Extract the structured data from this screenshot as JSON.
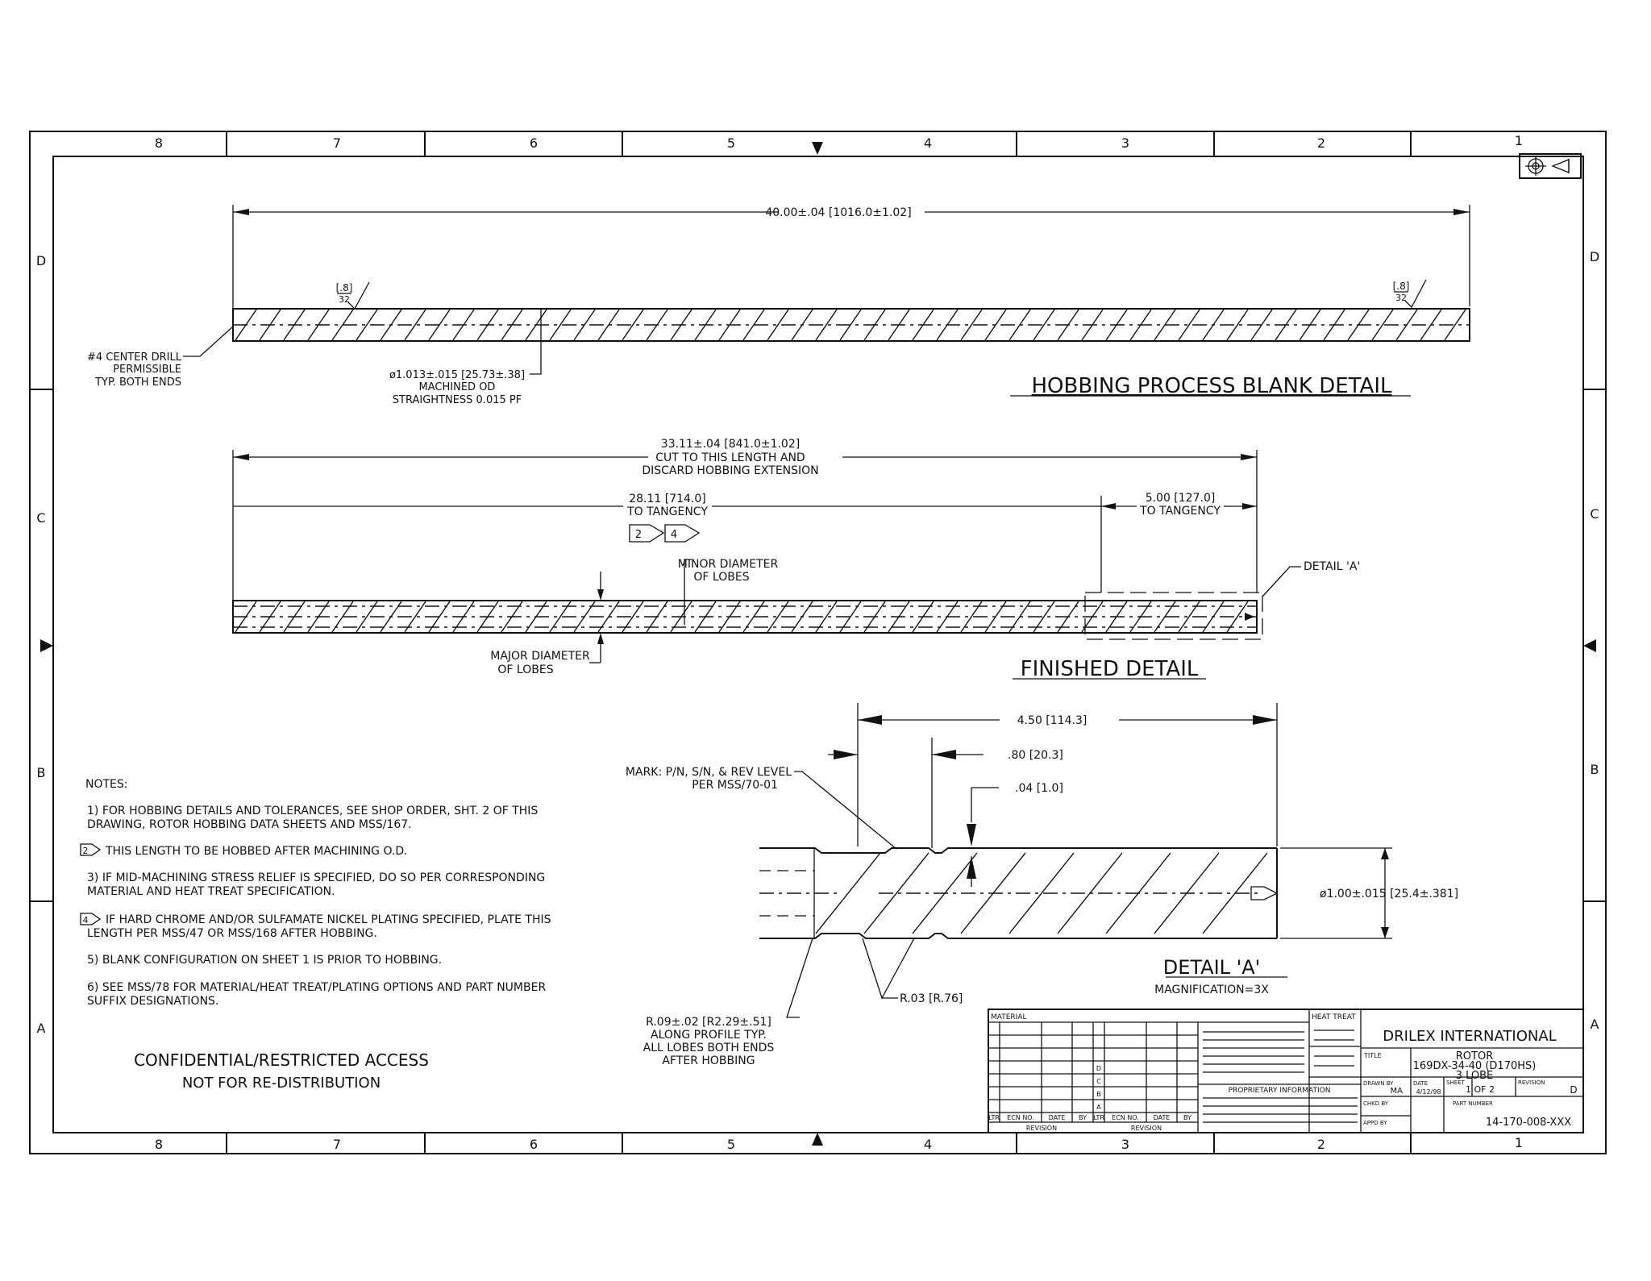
{
  "zones": {
    "columns": [
      "8",
      "7",
      "6",
      "5",
      "4",
      "3",
      "2",
      "1"
    ],
    "rows": [
      "D",
      "C",
      "B",
      "A"
    ]
  },
  "projection_symbol": "third-angle-projection-icon",
  "blank_detail": {
    "overall_length": "40.00±.04 [1016.0±1.02]",
    "finish_left_top": "[.8]",
    "finish_left_bot": "32",
    "finish_right_top": "[.8]",
    "finish_right_bot": "32",
    "center_drill": [
      "#4 CENTER DRILL",
      "PERMISSIBLE",
      "TYP. BOTH ENDS"
    ],
    "od_note": [
      "ø1.013±.015 [25.73±.38]",
      "MACHINED OD",
      "STRAIGHTNESS 0.015 PF"
    ],
    "title": "HOBBING PROCESS BLANK DETAIL"
  },
  "finished_detail": {
    "cut_length": [
      "33.11±.04 [841.0±1.02]",
      "CUT TO THIS LENGTH AND",
      "DISCARD HOBBING EXTENSION"
    ],
    "tangency_left": [
      "28.11 [714.0]",
      "TO TANGENCY"
    ],
    "flag_a": "2",
    "flag_b": "4",
    "tangency_right": [
      "5.00 [127.0]",
      "TO TANGENCY"
    ],
    "minor": [
      "MINOR DIAMETER",
      "OF LOBES"
    ],
    "major": [
      "MAJOR DIAMETER",
      "OF LOBES"
    ],
    "detail_ref": "DETAIL 'A'",
    "title": "FINISHED DETAIL"
  },
  "detail_a": {
    "dim_length": "4.50 [114.3]",
    "dim_short": ".80 [20.3]",
    "dim_depth": ".04 [1.0]",
    "mark_note": [
      "MARK: P/N, S/N, & REV LEVEL",
      "PER MSS/70-01"
    ],
    "diameter": "ø1.00±.015 [25.4±.381]",
    "radius_note": [
      "R.09±.02 [R2.29±.51]",
      "ALONG PROFILE TYP.",
      "ALL LOBES BOTH ENDS",
      "AFTER HOBBING"
    ],
    "radius_small": "R.03 [R.76]",
    "title": "DETAIL 'A'",
    "magnification": "MAGNIFICATION=3X"
  },
  "notes": {
    "heading": "NOTES:",
    "n1": [
      "1) FOR HOBBING DETAILS AND TOLERANCES, SEE SHOP ORDER, SHT. 2 OF THIS",
      "DRAWING, ROTOR HOBBING DATA SHEETS AND MSS/167."
    ],
    "n2_flag": "2",
    "n2": "THIS LENGTH TO BE HOBBED AFTER MACHINING O.D.",
    "n3": [
      "3) IF MID-MACHINING STRESS RELIEF IS SPECIFIED, DO SO PER CORRESPONDING",
      "MATERIAL AND HEAT TREAT SPECIFICATION."
    ],
    "n4_flag": "4",
    "n4": [
      "IF HARD CHROME AND/OR SULFAMATE NICKEL PLATING SPECIFIED, PLATE THIS",
      "LENGTH PER MSS/47 OR MSS/168 AFTER HOBBING."
    ],
    "n5": "5) BLANK CONFIGURATION ON SHEET 1 IS PRIOR TO HOBBING.",
    "n6": [
      "6) SEE MSS/78 FOR MATERIAL/HEAT TREAT/PLATING OPTIONS AND PART NUMBER",
      "SUFFIX DESIGNATIONS."
    ]
  },
  "confidential": [
    "CONFIDENTIAL/RESTRICTED ACCESS",
    "NOT FOR RE-DISTRIBUTION"
  ],
  "title_block": {
    "material_label": "MATERIAL",
    "heat_treat_label": "HEAT TREAT",
    "company": "DRILEX INTERNATIONAL",
    "title_label": "TITLE",
    "title_lines": [
      "ROTOR",
      "169DX-34-40 (D170HS)",
      "3 LOBE"
    ],
    "proprietary": "PROPRIETARY INFORMATION",
    "drawn_label": "DRAWN BY",
    "drawn_by": "MA",
    "date_label": "DATE",
    "date": "4/12/98",
    "sheet_label": "SHEET",
    "sheet": "1 OF 2",
    "revision_label": "REVISION",
    "revision": "D",
    "chkd_label": "CHKD BY",
    "appd_label": "APPD BY",
    "part_label": "PART NUMBER",
    "part_number": "14-170-008-XXX",
    "rev_header": [
      "LTR",
      "ECN NO.",
      "DATE",
      "BY",
      "LTR",
      "ECN NO.",
      "DATE",
      "BY"
    ],
    "revision_label_bottom": "REVISION",
    "rev_rows": [
      {
        "ltr": "D",
        "ecn": "",
        "date": "",
        "by": ""
      },
      {
        "ltr": "C",
        "ecn": "",
        "date": "",
        "by": ""
      },
      {
        "ltr": "B",
        "ecn": "",
        "date": "",
        "by": ""
      },
      {
        "ltr": "A",
        "ecn": "",
        "date": "",
        "by": ""
      }
    ]
  }
}
